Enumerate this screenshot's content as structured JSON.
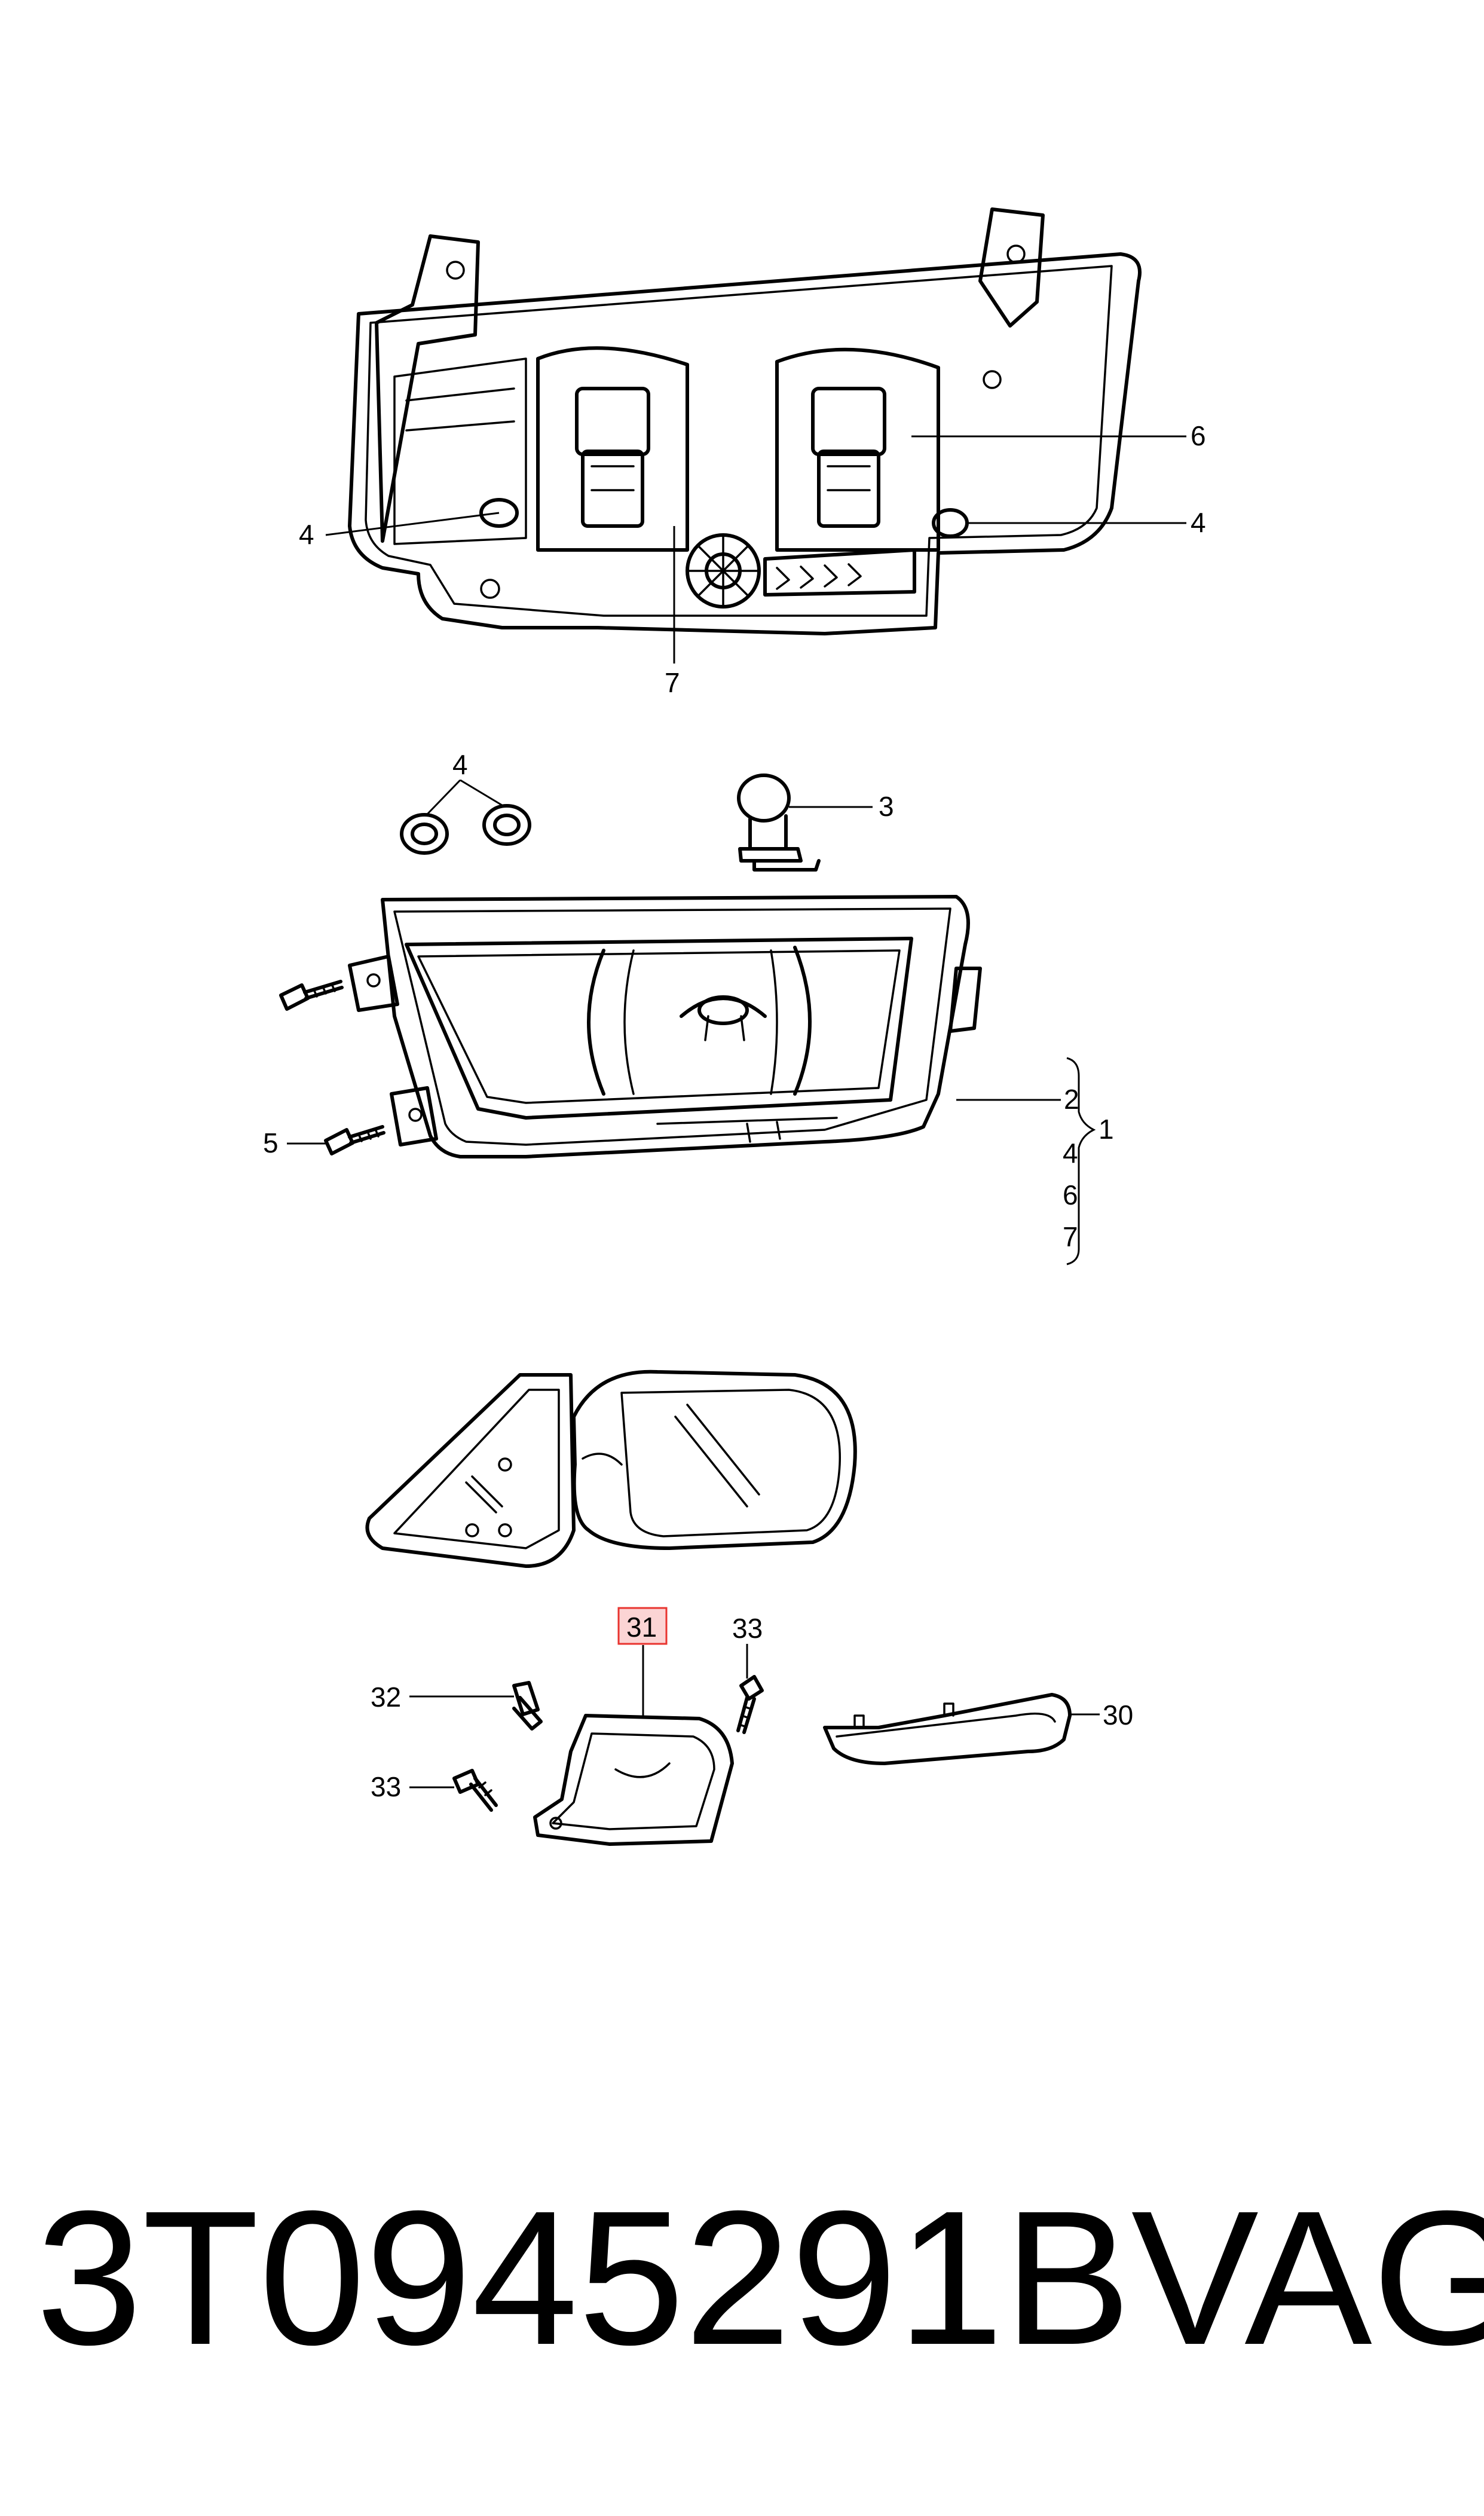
{
  "callouts": {
    "hl_6": "6",
    "hl_4_left": "4",
    "hl_4_right": "4",
    "hl_7": "7",
    "seal_4": "4",
    "bulb_3": "3",
    "fog_2": "2",
    "fog_1": "1",
    "fog_4": "4",
    "fog_6": "6",
    "fog_7": "7",
    "screw_5": "5",
    "mirror_31": "31",
    "mirror_33_top": "33",
    "mirror_32": "32",
    "mirror_33_left": "33",
    "mirror_30": "30"
  },
  "highlight_color": "#e8342f",
  "highlight_fill": "#fbd4d4",
  "footer": {
    "part_number": "3T0945291B",
    "brand": "VAG"
  }
}
